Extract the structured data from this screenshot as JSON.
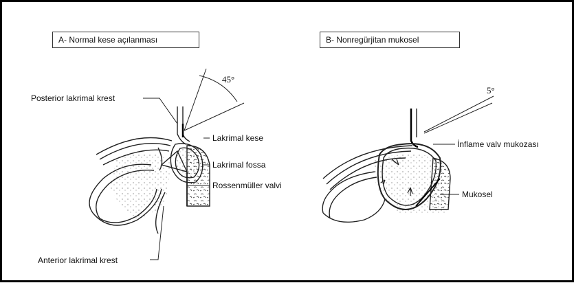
{
  "panel_a": {
    "title": "A- Normal kese açılanması",
    "angle": "45°",
    "labels": {
      "posterior": "Posterior lakrimal krest",
      "kese": "Lakrimal kese",
      "fossa": "Lakrimal fossa",
      "valvi": "Rossenmüller valvi",
      "anterior": "Anterior lakrimal krest"
    }
  },
  "panel_b": {
    "title": "B- Nonregürjitan mukosel",
    "angle": "5°",
    "labels": {
      "mukoza": "İnflame valv mukozası",
      "mukosel": "Mukosel"
    }
  }
}
